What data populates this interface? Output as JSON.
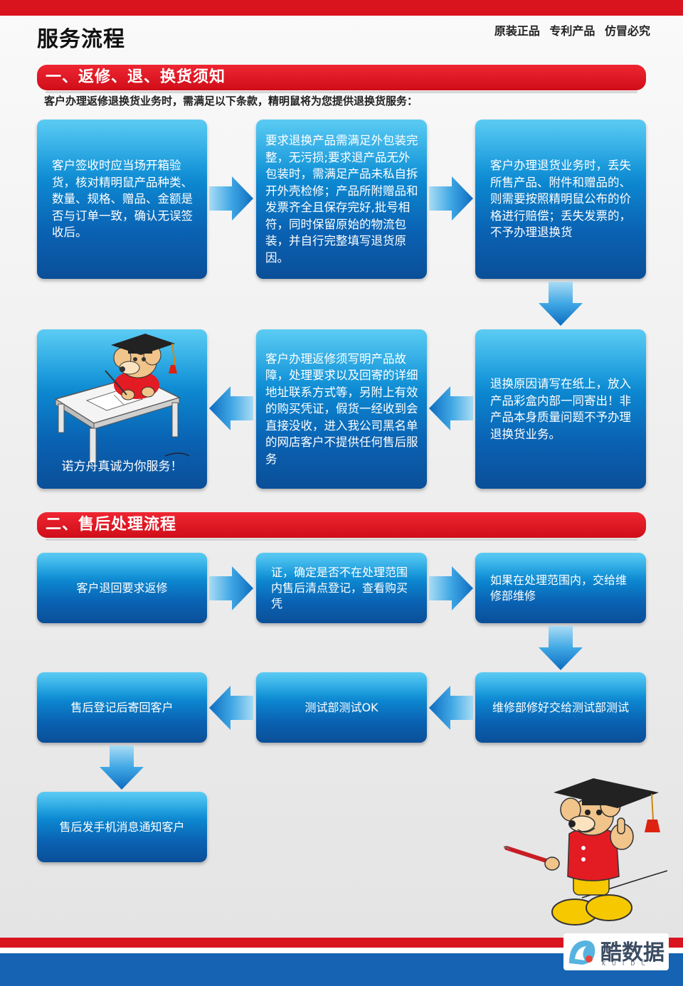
{
  "header": {
    "title": "服务流程",
    "slogan": "原装正品  专利产品  仿冒必究"
  },
  "section1": {
    "title": "一、返修、退、换货须知",
    "intro": "客户办理返修退换货业务时，需满足以下条款，精明鼠将为您提供退换货服务：",
    "box1": "客户签收时应当场开箱验货，核对精明鼠产品种类、数量、规格、赠品、金额是否与订单一致，确认无误签收后。",
    "box2": "要求退换产品需满足外包装完整，无污损;要求退产品无外包装时，需满足产品未私自拆开外壳检修；产品所附赠品和发票齐全且保存完好,批号相符，同时保留原始的物流包装，并自行完整填写退货原因。",
    "box3": "客户办理退货业务时，丢失所售产品、附件和赠品的、则需要按照精明鼠公布的价格进行赔偿；丢失发票的，不予办理退换货",
    "box4": "退换原因请写在纸上，放入产品彩盒内部一同寄出！非产品本身质量问题不予办理退换货业务。",
    "box5": "客户办理返修须写明产品故障，处理要求以及回寄的详细地址联系方式等，另附上有效的购买凭证，假货一经收到会直接没收，进入我公司黑名单的网店客户不提供任何售后服务",
    "box6_caption": "诺方舟真诚为你服务！"
  },
  "section2": {
    "title": "二、售后处理流程",
    "step1": "客户退回要求返修",
    "step2": "证，确定是否不在处理范围内售后清点登记，查看购买凭",
    "step3": "如果在处理范围内，交给维修部维修",
    "step4": "维修部修好交给测试部测试",
    "step5": "测试部测试OK",
    "step6": "售后登记后寄回客户",
    "step7": "售后发手机消息通知客户"
  },
  "footer": {
    "logo_text": "酷数据",
    "logo_sub": "KUIDC"
  },
  "colors": {
    "red": "#d9141f",
    "blue_top": "#2dbdf0",
    "blue_bottom": "#0a4f98",
    "footer_blue": "#1763b3"
  }
}
